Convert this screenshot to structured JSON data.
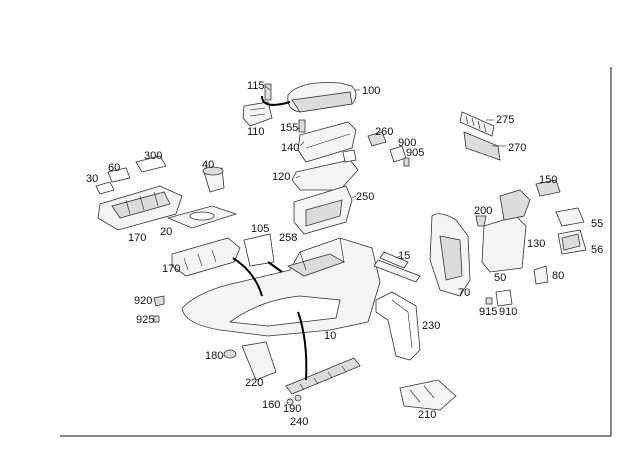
{
  "diagram": {
    "part_numbers": [
      "115",
      "100",
      "110",
      "155",
      "140",
      "260",
      "900",
      "905",
      "275",
      "270",
      "300",
      "60",
      "30",
      "40",
      "120",
      "170",
      "20",
      "250",
      "150",
      "200",
      "55",
      "105",
      "258",
      "130",
      "56",
      "15",
      "170",
      "50",
      "80",
      "920",
      "925",
      "70",
      "915",
      "910",
      "10",
      "230",
      "180",
      "220",
      "160",
      "190",
      "240",
      "210"
    ]
  }
}
